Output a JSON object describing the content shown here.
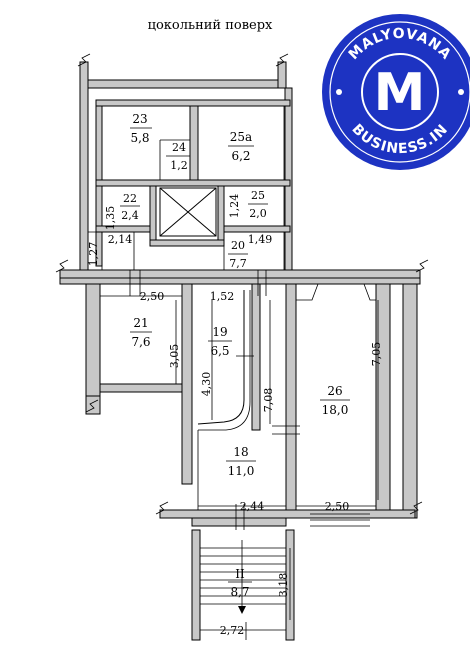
{
  "title": "цокольний поверх",
  "rooms": [
    {
      "id": "23",
      "area": "5,8"
    },
    {
      "id": "24",
      "area": "1,2"
    },
    {
      "id": "25а",
      "area": "6,2"
    },
    {
      "id": "22",
      "area": "2,4"
    },
    {
      "id": "25",
      "area": "2,0"
    },
    {
      "id": "20",
      "area": "7,7"
    },
    {
      "id": "21",
      "area": "7,6"
    },
    {
      "id": "19",
      "area": "6,5"
    },
    {
      "id": "26",
      "area": "18,0"
    },
    {
      "id": "18",
      "area": "11,0"
    },
    {
      "id": "II",
      "area": "8,7"
    }
  ],
  "dimensions": [
    "1,35",
    "1,24",
    "2,14",
    "1,49",
    "1,27",
    "2,50",
    "1,52",
    "3,05",
    "4,30",
    "7,08",
    "7,05",
    "2,44",
    "2,50",
    "3,18",
    "2,72"
  ],
  "watermark": {
    "letter": "M",
    "top_text": "MALYOVANA",
    "bottom_text": "BUSINESS.IN",
    "color": "#1d33c2"
  }
}
